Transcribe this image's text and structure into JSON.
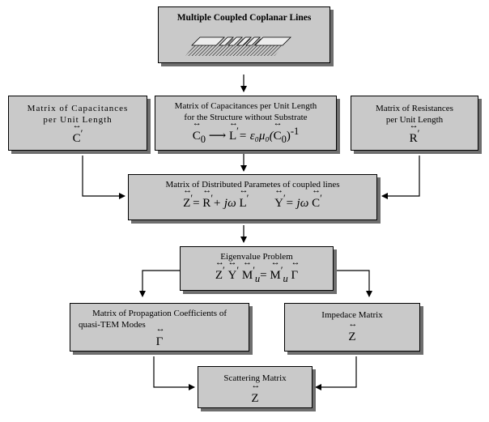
{
  "title_box": {
    "label": "Multiple Coupled Coplanar Lines"
  },
  "cap_box": {
    "line1": "Matrix of Capacitances",
    "line2": "per Unit Length",
    "symbol": "C"
  },
  "cap0_box": {
    "line1": "Matrix of Capacitances per Unit Length",
    "line2": "for the Structure without Substrate",
    "c0": "C",
    "c0_sub": "0",
    "l": "L",
    "eq": "= ε₀μ₀(",
    "c0b": "C",
    "c0b_sub": "0",
    "close": ")",
    "sup": "-1"
  },
  "res_box": {
    "line1": "Matrix of  Resistances",
    "line2": "per Unit Length",
    "symbol": "R"
  },
  "dist_box": {
    "label": "Matrix of Distributed Parametes of coupled lines",
    "z": "Z",
    "r": "R",
    "plus": "+ jω ",
    "l": "L",
    "y": "Y",
    "jw": "= jω ",
    "c": "C"
  },
  "eigen_box": {
    "label": "Eigenvalue Problem",
    "z": "Z",
    "y": "Y",
    "m": "M",
    "m_sub": "u",
    "m2": "M",
    "m2_sub": "u",
    "g": "Γ"
  },
  "prop_box": {
    "line1": "Matrix of Propagation Coefficients of",
    "line2": "quasi-TEM Modes",
    "symbol": "Γ"
  },
  "imp_box": {
    "label": "Impedace Matrix",
    "symbol": "Z"
  },
  "scat_box": {
    "label": "Scattering Matrix",
    "symbol": "Z"
  }
}
